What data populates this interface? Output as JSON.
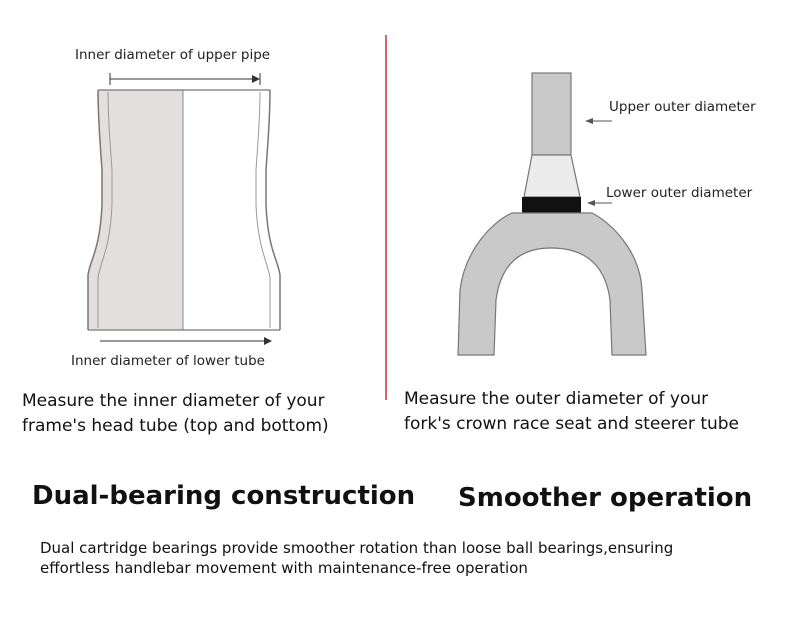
{
  "left_panel": {
    "label_top": "Inner diameter of upper pipe",
    "label_bottom": "Inner diameter of lower tube",
    "caption_line1": "Measure the inner diameter of your",
    "caption_line2": "frame's head tube (top and bottom)"
  },
  "right_panel": {
    "label_upper": "Upper outer diameter",
    "label_lower": "Lower outer diameter",
    "caption_line1": "Measure the outer diameter of your",
    "caption_line2": "fork's crown race seat and steerer tube"
  },
  "headings": {
    "left": "Dual-bearing construction",
    "right": "Smoother operation"
  },
  "description": {
    "line1": "Dual cartridge bearings provide smoother rotation than loose ball bearings,ensuring",
    "line2": "effortless handlebar movement with maintenance-free operation"
  },
  "colors": {
    "divider": "#cc3333",
    "tube_shade": "#e3dfdf",
    "fork_gray": "#c9c9c9",
    "outline": "#777777"
  }
}
